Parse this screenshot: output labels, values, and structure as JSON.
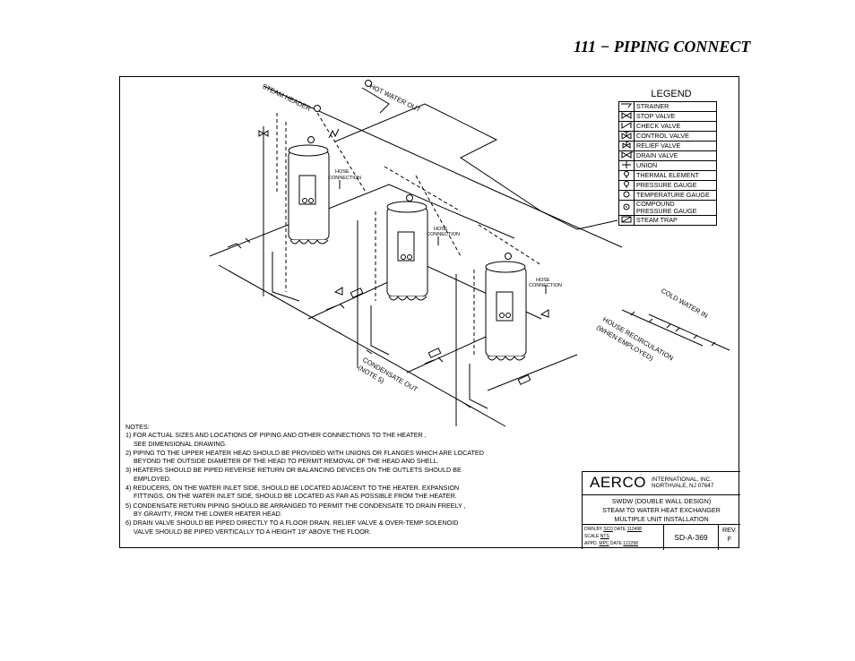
{
  "page": {
    "title": "111 − PIPING CONNECT"
  },
  "diagram": {
    "labels": {
      "steam_header": "STEAM HEADER",
      "hot_water_out": "HOT WATER OUT",
      "hose_connection": "HOSE",
      "hose_connection_2": "CONNECTION",
      "cold_water_in": "COLD WATER IN",
      "house_recirculation": "HOUSE RECIRCULATION",
      "when_employed": "(WHEN EMPLOYED)",
      "condensate_out": "CONDENSATE OUT",
      "note_5": "(NOTE 5)"
    }
  },
  "legend": {
    "title": "LEGEND",
    "items": [
      {
        "label": "STRAINER",
        "icon": "strainer-icon"
      },
      {
        "label": "STOP VALVE",
        "icon": "stop-valve-icon"
      },
      {
        "label": "CHECK VALVE",
        "icon": "check-valve-icon"
      },
      {
        "label": "CONTROL VALVE",
        "icon": "control-valve-icon"
      },
      {
        "label": "RELIEF VALVE",
        "icon": "relief-valve-icon"
      },
      {
        "label": "DRAIN VALVE",
        "icon": "drain-valve-icon"
      },
      {
        "label": "UNION",
        "icon": "union-icon"
      },
      {
        "label": "THERMAL ELEMENT",
        "icon": "thermal-element-icon"
      },
      {
        "label": "PRESSURE GAUGE",
        "icon": "pressure-gauge-icon"
      },
      {
        "label": "TEMPERATURE GAUGE",
        "icon": "temperature-gauge-icon"
      },
      {
        "label": "COMPOUND",
        "label2": "PRESSURE GAUGE",
        "icon": "compound-gauge-icon"
      },
      {
        "label": "STEAM TRAP",
        "icon": "steam-trap-icon"
      }
    ]
  },
  "notes": {
    "heading": "NOTES:",
    "items": [
      {
        "line1": "1) FOR ACTUAL SIZES AND LOCATIONS OF PIPING AND OTHER CONNECTIONS TO THE HEATER ,",
        "line2": "SEE DIMENSIONAL DRAWING."
      },
      {
        "line1": "2) PIPING TO THE UPPER HEATER HEAD SHOULD BE PROVIDED WITH UNIONS OR FLANGES WHICH ARE LOCATED",
        "line2": "BEYOND THE OUTSIDE DIAMETER OF THE HEAD TO PERMIT REMOVAL OF THE HEAD AND SHELL."
      },
      {
        "line1": "3) HEATERS SHOULD BE PIPED REVERSE RETURN OR BALANCING DEVICES ON THE OUTLETS SHOULD BE",
        "line2": "EMPLOYED."
      },
      {
        "line1": "4) REDUCERS, ON THE WATER INLET SIDE, SHOULD BE LOCATED ADJACENT TO THE HEATER. EXPANSION",
        "line2": "FITTINGS, ON THE  WATER INLET SIDE, SHOULD BE LOCATED AS FAR AS POSSIBLE FROM THE HEATER."
      },
      {
        "line1": "5) CONDENSATE RETURN PIPING SHOULD BE ARRANGED TO PERMIT THE CONDENSATE TO DRAIN FREELY ,",
        "line2": "BY GRAVITY, FROM THE LOWER HEATER HEAD."
      },
      {
        "line1": "6) DRAIN VALVE SHOULD BE PIPED DIRECTLY TO A FLOOR DRAIN. RELIEF VALVE & OVER-TEMP SOLENOID",
        "line2": "VALVE SHOULD BE PIPED VERTICALLY TO A HEIGHT 19\" ABOVE THE FLOOR."
      }
    ]
  },
  "title_block": {
    "brand": "AERCO",
    "intl_line1": "INTERNATIONAL, INC.",
    "intl_line2": "NORTHVALE, NJ   07647",
    "desc_line1": "SWDW (DOUBLE WALL DESIGN)",
    "desc_line2": "STEAM TO WATER HEAT EXCHANGER",
    "desc_line3": "MULTIPLE UNIT INSTALLATION",
    "dwn_by_label": "DWN.BY",
    "dwn_by": "SCD",
    "dwn_date_label": "DATE",
    "dwn_date": "112498",
    "scale_label": "SCALE",
    "scale": "NTS",
    "appd_label": "APPD.",
    "appd": "MPC",
    "appd_date_label": "DATE",
    "appd_date": "122298",
    "drawing_no": "SD-A-369",
    "rev_label": "REV.",
    "rev": "F"
  }
}
